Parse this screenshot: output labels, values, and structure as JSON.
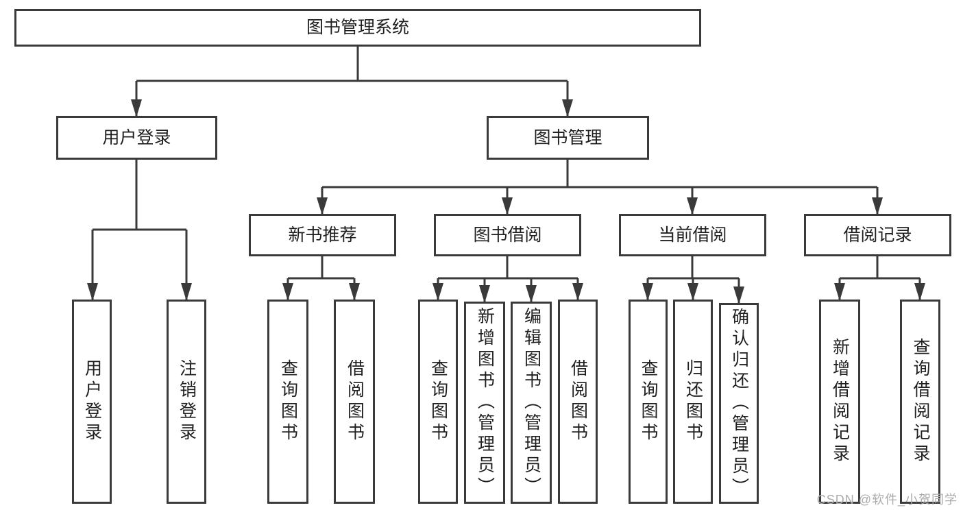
{
  "tree": {
    "label": "图书管理系统",
    "children": [
      {
        "label": "用户登录",
        "children": [
          {
            "label": "用户登录"
          },
          {
            "label": "注销登录"
          }
        ]
      },
      {
        "label": "图书管理",
        "children": [
          {
            "label": "新书推荐",
            "children": [
              {
                "label": "查询图书"
              },
              {
                "label": "借阅图书"
              }
            ]
          },
          {
            "label": "图书借阅",
            "children": [
              {
                "label": "查询图书"
              },
              {
                "label": "新增图书（管理员）"
              },
              {
                "label": "编辑图书（管理员）"
              },
              {
                "label": "借阅图书"
              }
            ]
          },
          {
            "label": "当前借阅",
            "children": [
              {
                "label": "查询图书"
              },
              {
                "label": "归还图书"
              },
              {
                "label": "确认归还（管理员）"
              }
            ]
          },
          {
            "label": "借阅记录",
            "children": [
              {
                "label": "新增借阅记录"
              },
              {
                "label": "查询借阅记录"
              }
            ]
          }
        ]
      }
    ]
  },
  "watermark": {
    "text": "CSDN @软件_小贺同学"
  },
  "colors": {
    "line": "#3a3a3a",
    "text": "#1f1f1f",
    "watermark": "#ababab",
    "background": "#ffffff"
  }
}
